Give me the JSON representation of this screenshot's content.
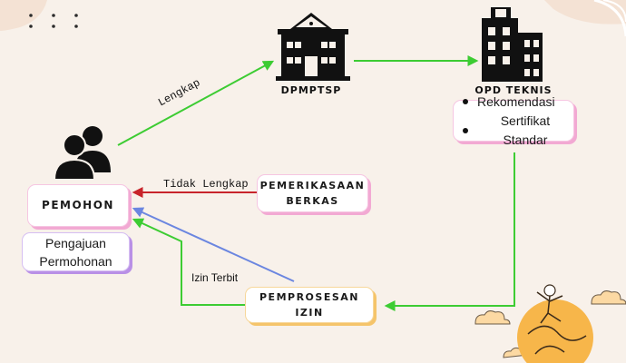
{
  "nodes": {
    "dpmptsp": {
      "label": "DPMPTSP"
    },
    "opd": {
      "label": "OPD TEKNIS",
      "items": [
        "Rekomendasi",
        "Sertifikat Standar"
      ]
    },
    "pemohon": {
      "label": "PEMOHON",
      "sub_line1": "Pengajuan",
      "sub_line2": "Permohonan"
    },
    "pemeriksaan": {
      "line1": "PEMERIKASAAN",
      "line2": "BERKAS"
    },
    "pemprosesan": {
      "line1": "PEMPROSESAN",
      "line2": "IZIN"
    }
  },
  "edges": {
    "lengkap": "Lengkap",
    "tidak_lengkap": "Tidak Lengkap",
    "izin_terbit": "Izin Terbit"
  },
  "icons": {
    "pemohon": "people-icon",
    "dpmptsp": "government-building-icon",
    "opd": "office-building-icon"
  },
  "colors": {
    "background": "#f8f1ea",
    "green_arrow": "#3dcc33",
    "red_arrow": "#c8242b",
    "blue_arrow": "#6b86e0",
    "pink_shadow": "#f2a9d3",
    "purple_shadow": "#b990e6",
    "amber_shadow": "#f5c46a"
  }
}
